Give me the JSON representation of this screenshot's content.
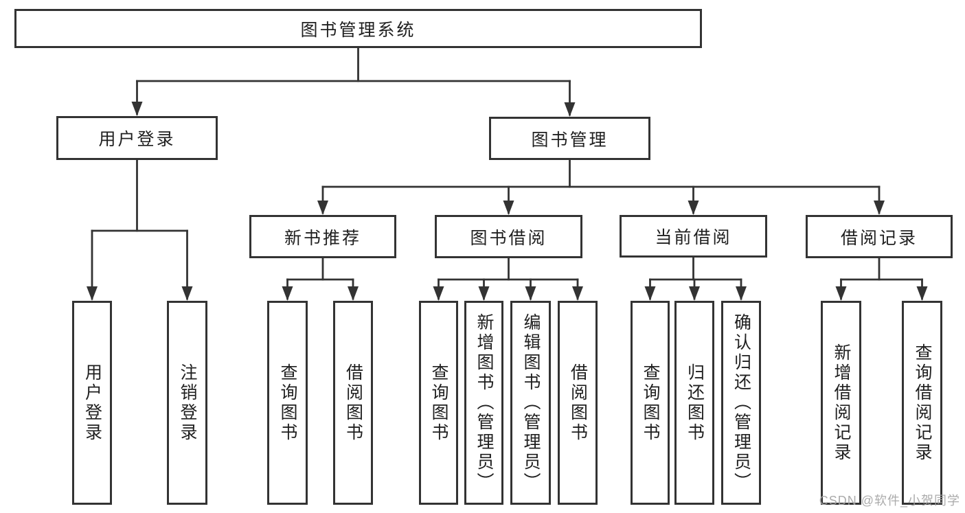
{
  "title": "图书管理系统",
  "tree": {
    "label": "图书管理系统",
    "children": [
      {
        "label": "用户登录",
        "children": [
          {
            "label": "用户登录"
          },
          {
            "label": "注销登录"
          }
        ]
      },
      {
        "label": "图书管理",
        "children": [
          {
            "label": "新书推荐",
            "children": [
              {
                "label": "查询图书"
              },
              {
                "label": "借阅图书"
              }
            ]
          },
          {
            "label": "图书借阅",
            "children": [
              {
                "label": "查询图书"
              },
              {
                "label": "新增图书（管理员）"
              },
              {
                "label": "编辑图书（管理员）"
              },
              {
                "label": "借阅图书"
              }
            ]
          },
          {
            "label": "当前借阅",
            "children": [
              {
                "label": "查询图书"
              },
              {
                "label": "归还图书"
              },
              {
                "label": "确认归还（管理员）"
              }
            ]
          },
          {
            "label": "借阅记录",
            "children": [
              {
                "label": "新增借阅记录"
              },
              {
                "label": "查询借阅记录"
              }
            ]
          }
        ]
      }
    ]
  },
  "watermark": "CSDN @软件_小贺同学",
  "colors": {
    "line": "#333333",
    "box_border": "#333333",
    "text": "#1f1f1f",
    "watermark": "#a3a3a3",
    "background": "#ffffff"
  }
}
